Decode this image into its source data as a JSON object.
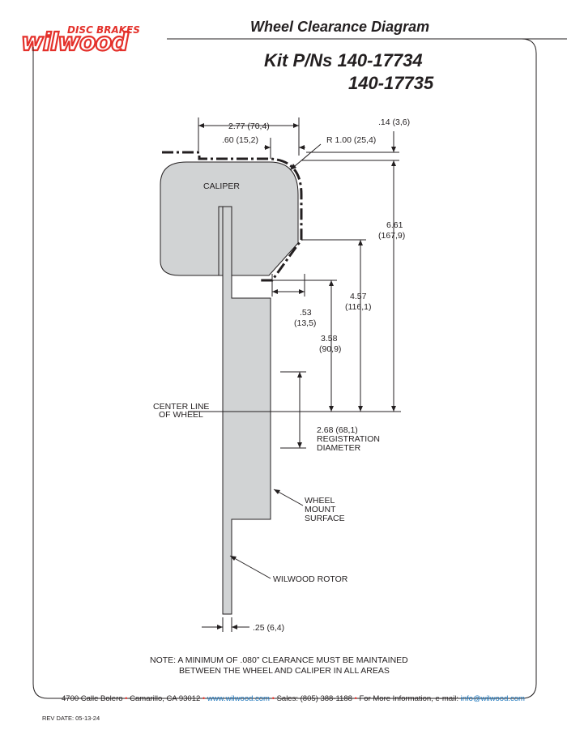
{
  "brand": {
    "logo_text": "wilwood",
    "tagline": "DISC BRAKES",
    "red": "#e4312b"
  },
  "header": {
    "title": "Wheel Clearance Diagram",
    "kit_line1": "Kit P/Ns 140-17734",
    "kit_line2": "140-17735"
  },
  "diagram": {
    "labels": {
      "caliper": "CALIPER",
      "center_line_1": "CENTER LINE",
      "center_line_2": "OF WHEEL",
      "registration_1": "2.68 (68,1)",
      "registration_2": "REGISTRATION",
      "registration_3": "DIAMETER",
      "mount_1": "WHEEL",
      "mount_2": "MOUNT",
      "mount_3": "SURFACE",
      "rotor": "WILWOOD ROTOR"
    },
    "dimensions": {
      "width_277": "2.77 (70,4)",
      "width_060": ".60 (15,2)",
      "radius": "R 1.00 (25,4)",
      "offset_014": ".14 (3,6)",
      "height_661_a": "6.61",
      "height_661_b": "(167,9)",
      "height_457_a": "4.57",
      "height_457_b": "(116,1)",
      "height_358_a": "3.58",
      "height_358_b": "(90,9)",
      "width_053_a": ".53",
      "width_053_b": "(13,5)",
      "rotor_thickness": ".25 (6,4)"
    }
  },
  "note": {
    "line1": "NOTE: A MINIMUM OF .080” CLEARANCE MUST BE MAINTAINED",
    "line2": "BETWEEN THE WHEEL AND CALIPER IN ALL AREAS"
  },
  "footer": {
    "address": "4700 Calle Bolero",
    "city": "Camarillo, CA 93012",
    "website": "www.wilwood.com",
    "sales": "Sales: (805) 388-1188",
    "info": "For More Information, e-mail:",
    "email": "info@wilwood.com",
    "bullet": "•",
    "rev_date": "REV DATE:  05-13-24"
  }
}
